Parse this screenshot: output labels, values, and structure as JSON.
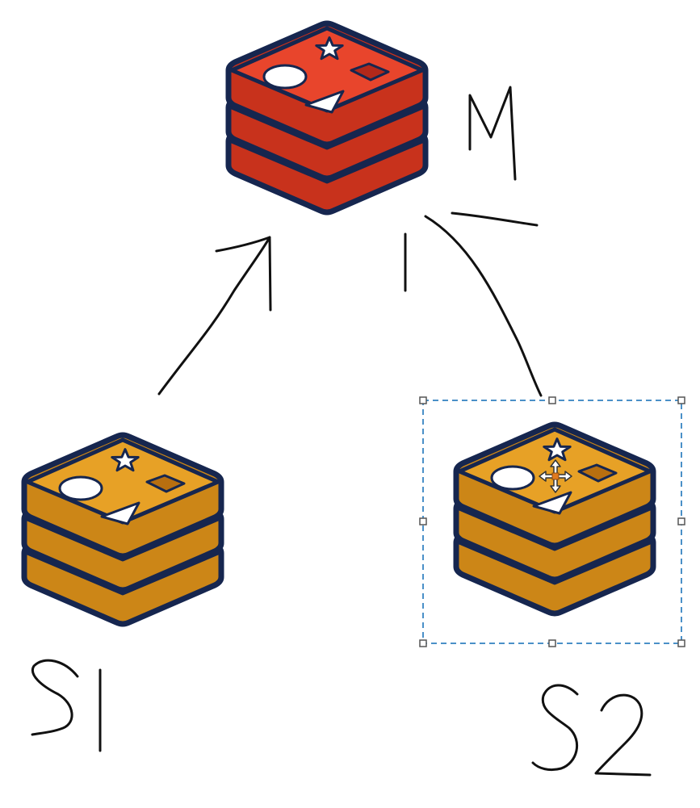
{
  "diagram": {
    "nodes": [
      {
        "id": "master",
        "label": "M",
        "color_top": "#e8452c",
        "color_side": "#c8321c",
        "color_shape": "#b2281a"
      },
      {
        "id": "slave1",
        "label": "S1",
        "color_top": "#e7a126",
        "color_side": "#cc8617",
        "color_shape": "#b86f10"
      },
      {
        "id": "slave2",
        "label": "S2",
        "color_top": "#e7a126",
        "color_side": "#cc8617",
        "color_shape": "#b86f10",
        "selected": true
      }
    ],
    "edges": [
      {
        "from": "slave1",
        "to": "master",
        "arrow": true
      },
      {
        "from": "master",
        "to": "slave2",
        "arrow": false
      }
    ]
  },
  "colors": {
    "outline": "#16264f",
    "ink": "#111111",
    "selection": "#4a90c8"
  }
}
